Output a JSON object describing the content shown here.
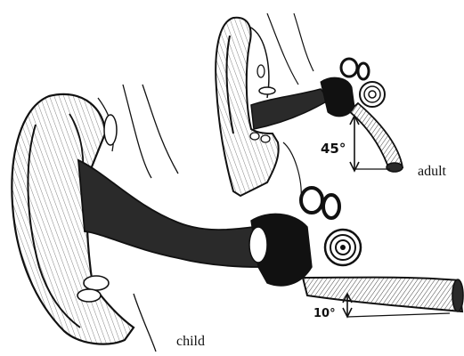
{
  "labels": {
    "adult": "adult",
    "child": "child"
  },
  "angles": {
    "adult": "45°",
    "child": "10°"
  },
  "colors": {
    "ink": "#111111",
    "canal": "#2a2a2a",
    "paper": "#ffffff"
  }
}
